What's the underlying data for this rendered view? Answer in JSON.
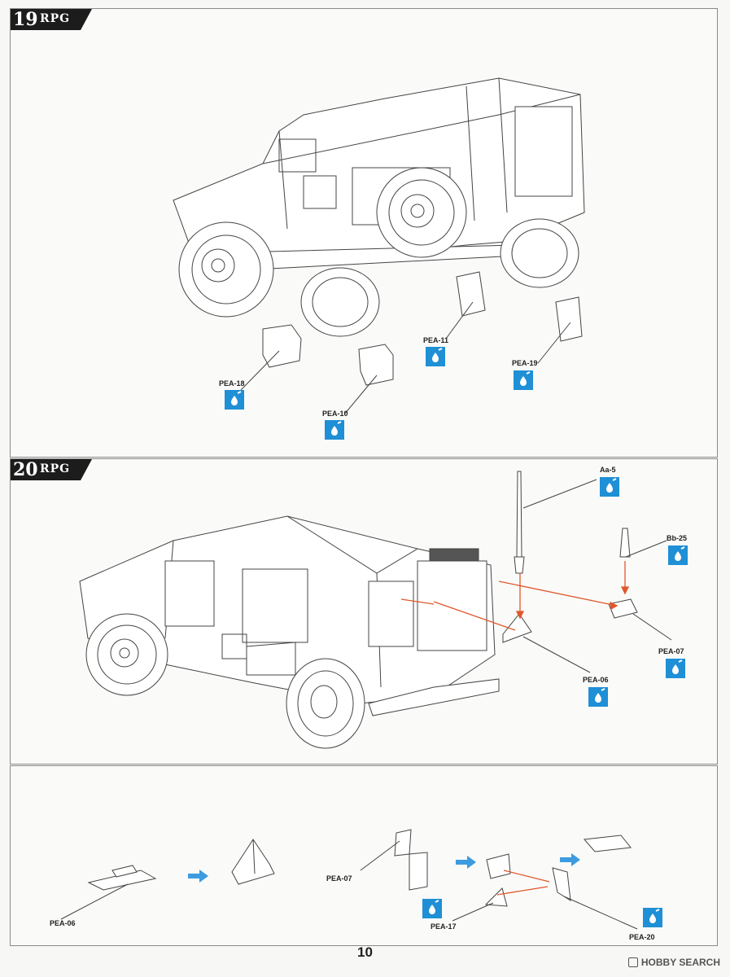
{
  "steps": [
    {
      "number": "19",
      "brand": "RPG"
    },
    {
      "number": "20",
      "brand": "RPG"
    }
  ],
  "step19": {
    "parts": [
      "PEA-18",
      "PEA-10",
      "PEA-11",
      "PEA-19"
    ]
  },
  "step20": {
    "parts": [
      "Aa-5",
      "Bb-25",
      "PEA-07",
      "PEA-06"
    ]
  },
  "subassembly": {
    "parts": [
      "PEA-06",
      "PEA-07",
      "PEA-17",
      "PEA-20"
    ]
  },
  "page_number": "10",
  "watermark": "HOBBY SEARCH",
  "colors": {
    "cement_icon": "#1f8fd6",
    "arrow": "#3d9be0",
    "guide_line": "#e0572a"
  },
  "icons": {
    "cement": "glue-drop-icon"
  }
}
